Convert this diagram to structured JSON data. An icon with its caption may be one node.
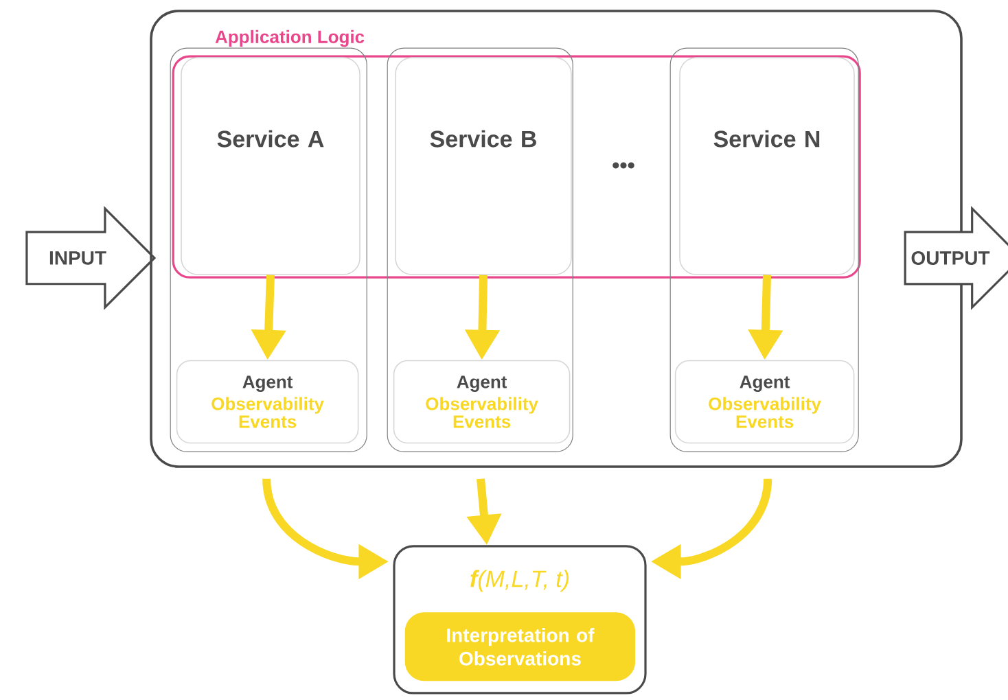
{
  "diagram": {
    "nodes": [
      {
        "text": [
          "INPUT"
        ]
      },
      {
        "text": [],
        "shape": "box"
      },
      {
        "text": [
          "Application Logic"
        ],
        "in": 1
      },
      {
        "text": [],
        "shape": "box",
        "in": 1
      },
      {
        "text": [
          "Service A"
        ]
      },
      {
        "text": [
          "Agent",
          "Observability Events"
        ],
        "in": 3
      },
      {
        "text": [],
        "shape": "box",
        "in": 1
      },
      {
        "text": [
          "Service B"
        ]
      },
      {
        "text": [
          "Agent",
          "Observability Events"
        ],
        "in": 6
      },
      {
        "text": [],
        "shape": "box",
        "in": 1
      },
      {
        "text": [
          "Service N"
        ]
      },
      {
        "text": [
          "Agent",
          "Observability Events"
        ],
        "in": 9
      },
      {
        "text": [
          "OUTPUT"
        ]
      },
      {
        "text": [
          "**f**(M,L,T, t)"
        ]
      },
      {
        "text": [
          "Interpretation of Observations"
        ],
        "in": 13
      }
    ],
    "edges": [
      {
        "from": 4,
        "to": 5,
        "arrow": "to"
      },
      {
        "from": 7,
        "to": 8,
        "arrow": "to"
      },
      {
        "from": 10,
        "to": 11,
        "arrow": "to"
      },
      {
        "from": 1,
        "to": 13,
        "arrow": "to"
      },
      {
        "from": 1,
        "to": 13,
        "arrow": "to"
      },
      {
        "from": 1,
        "to": 13,
        "arrow": "to"
      }
    ],
    "labels": [
      "•••"
    ]
  }
}
